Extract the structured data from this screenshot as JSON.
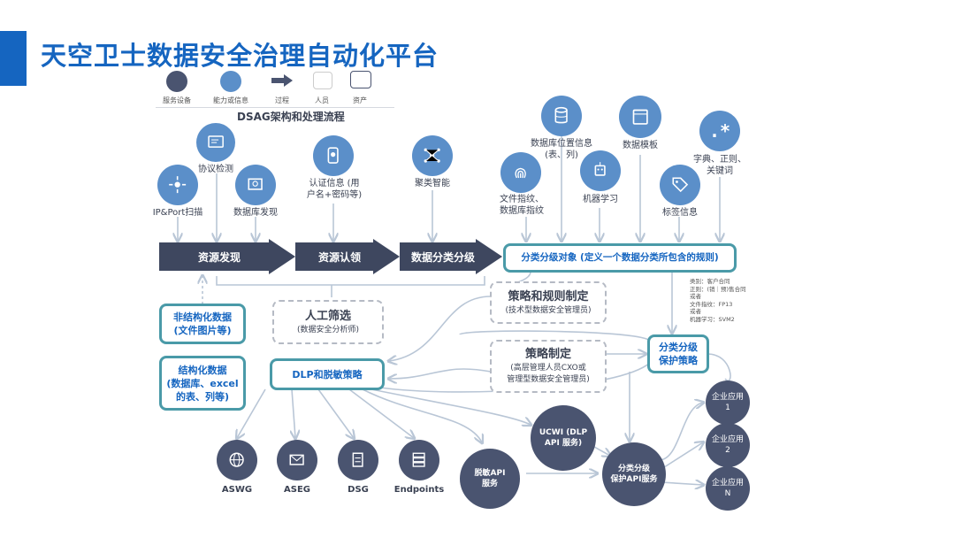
{
  "page": {
    "title": "天空卫士数据安全治理自动化平台"
  },
  "legend": [
    "服务设备",
    "能力或信息",
    "过程",
    "人员",
    "资产"
  ],
  "diagram_title": "DSAG架构和处理流程",
  "discovery": {
    "ip_scan": "IP&Port扫描",
    "protocol": "协议检测",
    "db_discovery": "数据库发现"
  },
  "auth": {
    "label_1": "认证信息 (用",
    "label_2": "户名+密码等)"
  },
  "clustering": {
    "label": "聚类智能"
  },
  "sources": {
    "db_location_1": "数据库位置信息",
    "db_location_2": "(表、列)",
    "data_template": "数据模板",
    "file_fp_1": "文件指纹、",
    "file_fp_2": "数据库指纹",
    "ml": "机器学习",
    "tag": "标签信息",
    "dict_1": "字典、正则、",
    "dict_2": "关键词"
  },
  "flow": {
    "resource_discovery": "资源发现",
    "resource_claim": "资源认领",
    "data_classification": "数据分类分级"
  },
  "object_box": "分类分级对象 (定义一个数据分类所包含的规则)",
  "example_note": "类别：客户合同\n正则：(销｜预)售合同\n或者\n文件指纹：FP13\n或者\n机器学习：SVM2",
  "policy_rules": {
    "title": "策略和规则制定",
    "subtitle": "(技术型数据安全管理员)"
  },
  "manual_filter": {
    "title": "人工筛选",
    "subtitle": "(数据安全分析师)"
  },
  "policy_make": {
    "title": "策略制定",
    "subtitle_1": "(高层管理人员CXO或",
    "subtitle_2": "管理型数据安全管理员)"
  },
  "protect_policy": {
    "line_1": "分类分级",
    "line_2": "保护策略"
  },
  "unstructured": {
    "line_1": "非结构化数据",
    "line_2": "(文件图片等)"
  },
  "structured": {
    "line_1": "结构化数据",
    "line_2": "(数据库、excel",
    "line_3": "的表、列等)"
  },
  "dlp": "DLP和脱敏策略",
  "devices": {
    "aswg": "ASWG",
    "aseg": "ASEG",
    "dsg": "DSG",
    "endpoints": "Endpoints"
  },
  "services": {
    "mask_api_1": "脱敏API",
    "mask_api_2": "服务",
    "ucwi_1": "UCWI (DLP",
    "ucwi_2": "API 服务)",
    "protect_api_1": "分类分级",
    "protect_api_2": "保护API服务"
  },
  "apps": {
    "app1_1": "企业应用",
    "app1_2": "1",
    "app2_1": "企业应用",
    "app2_2": "2",
    "appN_1": "企业应用",
    "appN_2": "N"
  },
  "colors": {
    "brand": "#1565c0",
    "teal": "#4a9aa8",
    "dark": "#4a5470",
    "blue": "#5b8fc9"
  }
}
